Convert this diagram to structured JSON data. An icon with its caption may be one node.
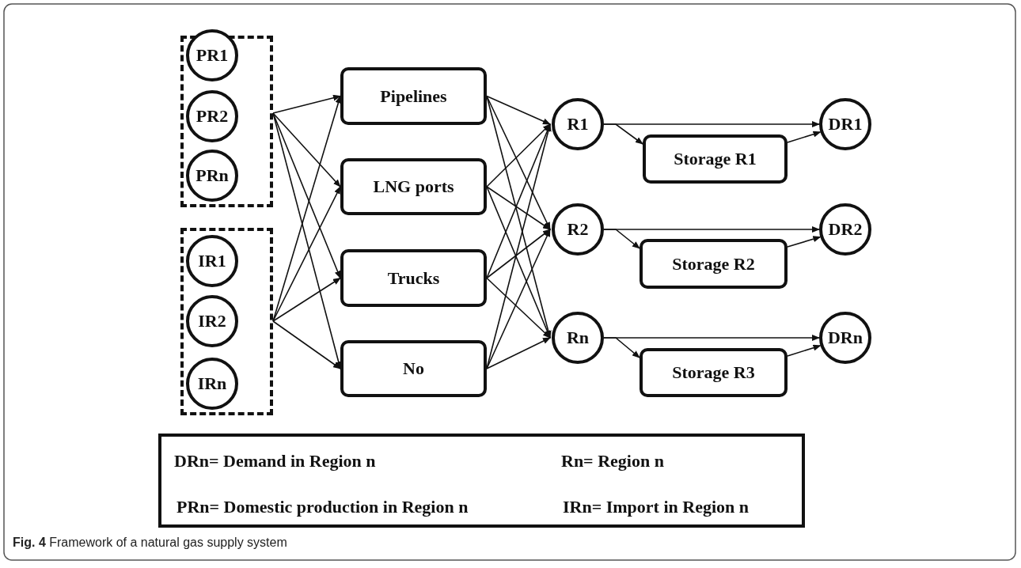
{
  "diagram": {
    "caption": "**Fig. 4** Framework of a natural gas supply system",
    "nodes": [
      {
        "text": [],
        "shape": "box"
      },
      {
        "text": [
          "PR1"
        ],
        "in": 0
      },
      {
        "text": [
          "PR2"
        ],
        "in": 0
      },
      {
        "text": [
          "PRn"
        ],
        "in": 0
      },
      {
        "text": [],
        "shape": "box"
      },
      {
        "text": [
          "IR1"
        ],
        "in": 4
      },
      {
        "text": [
          "IR2"
        ],
        "in": 4
      },
      {
        "text": [
          "IRn"
        ],
        "in": 4
      },
      {
        "text": [
          "Pipelines"
        ]
      },
      {
        "text": [
          "LNG ports"
        ]
      },
      {
        "text": [
          "Trucks"
        ]
      },
      {
        "text": [
          "No"
        ]
      },
      {
        "text": [
          "R1"
        ]
      },
      {
        "text": [
          "Storage R1"
        ]
      },
      {
        "text": [
          "DR1"
        ]
      },
      {
        "text": [
          "R2"
        ]
      },
      {
        "text": [
          "Storage R2"
        ]
      },
      {
        "text": [
          "DR2"
        ]
      },
      {
        "text": [
          "Rn"
        ]
      },
      {
        "text": [
          "Storage R3"
        ]
      },
      {
        "text": [
          "DRn"
        ]
      },
      {
        "text": [
          "DRn= Demand in Region n",
          "Rn= Region n",
          "PRn= Domestic production in Region n",
          "IRn= Import in Region n"
        ]
      }
    ],
    "edges": [
      {
        "from": 0,
        "to": 8,
        "arrow": "to"
      },
      {
        "from": 0,
        "to": 9,
        "arrow": "to"
      },
      {
        "from": 0,
        "to": 10,
        "arrow": "to"
      },
      {
        "from": 0,
        "to": 11,
        "arrow": "to"
      },
      {
        "from": 4,
        "to": 8,
        "arrow": "to"
      },
      {
        "from": 4,
        "to": 9,
        "arrow": "to"
      },
      {
        "from": 4,
        "to": 10,
        "arrow": "to"
      },
      {
        "from": 4,
        "to": 11,
        "arrow": "to"
      },
      {
        "from": 8,
        "to": 12,
        "arrow": "to"
      },
      {
        "from": 8,
        "to": 15,
        "arrow": "to"
      },
      {
        "from": 8,
        "to": 18,
        "arrow": "to"
      },
      {
        "from": 9,
        "to": 12,
        "arrow": "to"
      },
      {
        "from": 9,
        "to": 15,
        "arrow": "to"
      },
      {
        "from": 9,
        "to": 18,
        "arrow": "to"
      },
      {
        "from": 10,
        "to": 12,
        "arrow": "to"
      },
      {
        "from": 10,
        "to": 15,
        "arrow": "to"
      },
      {
        "from": 10,
        "to": 18,
        "arrow": "to"
      },
      {
        "from": 11,
        "to": 12,
        "arrow": "to"
      },
      {
        "from": 11,
        "to": 15,
        "arrow": "to"
      },
      {
        "from": 11,
        "to": 18,
        "arrow": "to"
      },
      {
        "from": 12,
        "to": 14,
        "arrow": "to"
      },
      {
        "from": 12,
        "to": 13,
        "arrow": "to"
      },
      {
        "from": 13,
        "to": 14,
        "arrow": "to"
      },
      {
        "from": 15,
        "to": 17,
        "arrow": "to"
      },
      {
        "from": 15,
        "to": 16,
        "arrow": "to"
      },
      {
        "from": 16,
        "to": 17,
        "arrow": "to"
      },
      {
        "from": 18,
        "to": 20,
        "arrow": "to"
      },
      {
        "from": 18,
        "to": 19,
        "arrow": "to"
      },
      {
        "from": 19,
        "to": 20,
        "arrow": "to"
      }
    ]
  }
}
